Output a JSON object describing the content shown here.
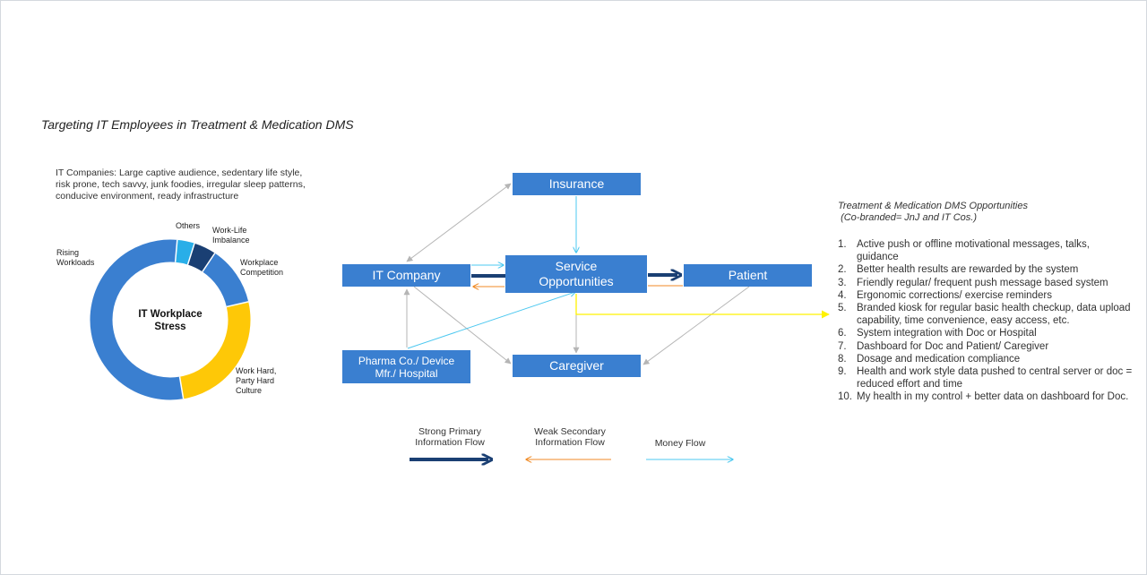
{
  "title": "Targeting IT Employees in Treatment & Medication DMS",
  "intro_text": "IT Companies: Large captive audience, sedentary life style, risk prone, tech savvy, junk foodies, irregular sleep patterns, conducive environment, ready infrastructure",
  "donut": {
    "center_line1": "IT Workplace",
    "center_line2": "Stress",
    "segments": [
      {
        "name": "Others",
        "label_lines": [
          "Others"
        ],
        "value": 3.5,
        "color": "#29aee8"
      },
      {
        "name": "Work-Life Imbalance",
        "label_lines": [
          "Work-Life",
          "Imbalance"
        ],
        "value": 4.5,
        "color": "#1a3f73"
      },
      {
        "name": "Workplace Competition",
        "label_lines": [
          "Workplace",
          "Competition"
        ],
        "value": 12,
        "color": "#3a7fd0"
      },
      {
        "name": "Work Hard, Party Hard Culture",
        "label_lines": [
          "Work Hard,",
          "Party Hard",
          "Culture"
        ],
        "value": 26,
        "color": "#fec807"
      },
      {
        "name": "Rising Workloads",
        "label_lines": [
          "Rising",
          "Workloads"
        ],
        "value": 54,
        "color": "#3a7fd0"
      }
    ]
  },
  "nodes": {
    "insurance": "Insurance",
    "it_company": "IT Company",
    "service_line1": "Service",
    "service_line2": "Opportunities",
    "patient": "Patient",
    "pharma_line1": "Pharma Co./ Device",
    "pharma_line2": "Mfr./ Hospital",
    "caregiver": "Caregiver"
  },
  "legend": {
    "strong_line1": "Strong Primary",
    "strong_line2": "Information Flow",
    "weak_line1": "Weak Secondary",
    "weak_line2": "Information Flow",
    "money": "Money Flow"
  },
  "colors": {
    "box": "#3a7fd0",
    "strong": "#1a3f73",
    "weak": "#f08a24",
    "money": "#4cc8f0",
    "gray": "#b5b5b5",
    "yellow": "#fff200"
  },
  "opportunities": {
    "heading_line1": "Treatment & Medication DMS Opportunities",
    "heading_line2": "(Co-branded= JnJ and IT Cos.)",
    "items": [
      {
        "num": "1.",
        "text": "Active push or offline motivational messages, talks, guidance"
      },
      {
        "num": "2.",
        "text": "Better health results are rewarded by the system"
      },
      {
        "num": "3.",
        "text": "Friendly regular/ frequent push message based system"
      },
      {
        "num": "4.",
        "text": "Ergonomic corrections/ exercise reminders"
      },
      {
        "num": "5.",
        "text": "Branded kiosk for regular basic health checkup, data upload capability, time convenience, easy access, etc."
      },
      {
        "num": "6.",
        "text": "System integration with Doc or Hospital"
      },
      {
        "num": "7.",
        "text": "Dashboard for Doc and Patient/ Caregiver"
      },
      {
        "num": "8.",
        "text": "Dosage and medication compliance"
      },
      {
        "num": "9.",
        "text": "Health and work style data pushed to central server or doc = reduced effort and time"
      },
      {
        "num": "10.",
        "text": "My health in my control + better data on dashboard for Doc."
      }
    ]
  }
}
